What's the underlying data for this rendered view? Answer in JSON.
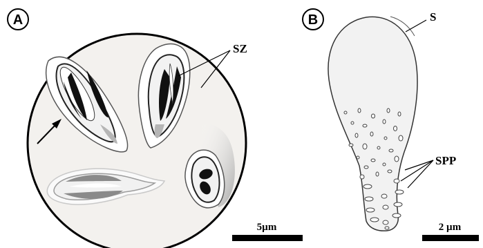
{
  "panel_a": {
    "letter": "A",
    "label_sz": "SZ",
    "scale_label": "5µm"
  },
  "panel_b": {
    "letter": "B",
    "label_s": "S",
    "label_spp": "SPP",
    "scale_label": "2 µm"
  },
  "colors": {
    "circle_fill": "#f3f1ee",
    "outline": "#222222",
    "nucleus": "#111111",
    "ghost_nucleus": "#8a8a8a",
    "spore_fill": "#f2f2f2"
  }
}
